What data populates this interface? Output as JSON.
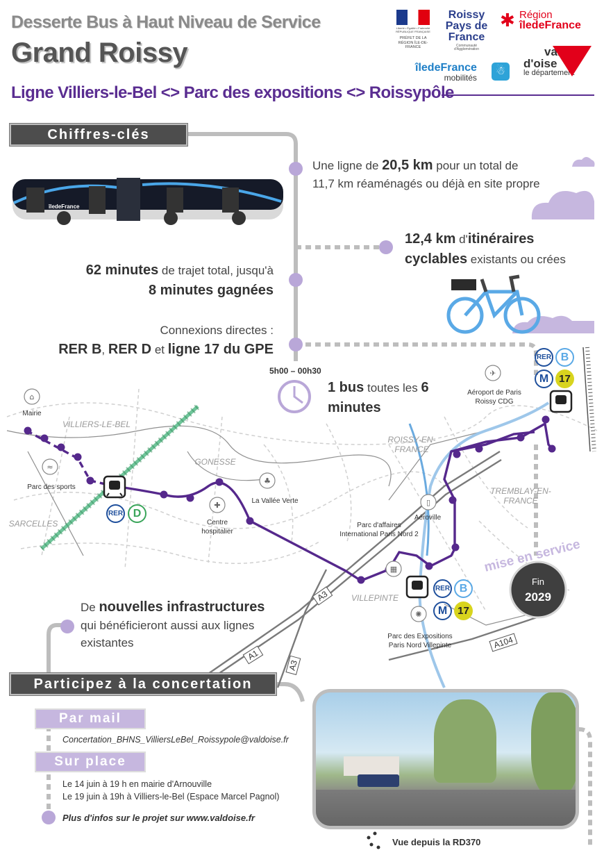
{
  "header": {
    "subtitle": "Desserte Bus à Haut Niveau de Service",
    "title": "Grand Roissy",
    "line": "Ligne Villiers-le-Bel <> Parc des expositions <> Roissypôle"
  },
  "logos": {
    "prefet": "PRÉFET DE LA RÉGION ÎLE-DE-FRANCE",
    "prefet_sub": "Liberté • Égalité • Fraternité RÉPUBLIQUE FRANÇAISE",
    "roissy_1": "Roissy",
    "roissy_2": "Pays de",
    "roissy_3": "France",
    "roissy_sub": "Communauté d'Agglomération",
    "region_1": "Région",
    "region_2": "îledeFrance",
    "idfm_1": "îledeFrance",
    "idfm_2": "mobilités",
    "valdoise_1": "val",
    "valdoise_2": "d'oise",
    "valdoise_3": "le département"
  },
  "key_figures": {
    "heading": "Chiffres-clés",
    "f1_a": "Une ligne de ",
    "f1_b": "20,5 km",
    "f1_c": " pour un total de",
    "f1_d": "11,7 km réaménagés ou déjà en site propre",
    "f2_a": "12,4 km",
    "f2_b": " d'",
    "f2_c": "itinéraires",
    "f2_d": "cyclables",
    "f2_e": " existants ou crées",
    "f3_a": "62 minutes",
    "f3_b": " de trajet total, jusqu'à",
    "f3_c": "8 minutes gagnées",
    "f4_a": "Connexions directes :",
    "f4_b": "RER B",
    "f4_c": ", ",
    "f4_d": "RER D",
    "f4_e": " et ",
    "f4_f": "ligne 17 du GPE",
    "hours": "5h00 – 00h30",
    "f5_a": "1 bus",
    "f5_b": " toutes les ",
    "f5_c": "6",
    "f5_d": "minutes",
    "bus_brand": "îledeFrance"
  },
  "map": {
    "mairie": "Mairie",
    "villiers": "VILLIERS-LE-BEL",
    "parc_sports": "Parc des sports",
    "sarcelles": "SARCELLES",
    "gonesse": "GONESSE",
    "vallee_verte": "La Vallée Verte",
    "centre_hosp_1": "Centre",
    "centre_hosp_2": "hospitalier",
    "roissy_fr_1": "ROISSY-EN-",
    "roissy_fr_2": "FRANCE",
    "aeroport_1": "Aéroport de Paris",
    "aeroport_2": "Roissy CDG",
    "tremblay_1": "TREMBLAY-EN-",
    "tremblay_2": "FRANCE",
    "aeroville": "Aéroville",
    "parc_affaires_1": "Parc d'affaires",
    "parc_affaires_2": "International Paris Nord 2",
    "villepinte": "VILLEPINTE",
    "parc_expo_1": "Parc des Expositions",
    "parc_expo_2": "Paris Nord Villepinte",
    "a1": "A1",
    "a3": "A3",
    "a3b": "A3",
    "a104": "A104",
    "rer": "RER",
    "b": "B",
    "d": "D",
    "m": "M",
    "n17": "17",
    "mise_en_service": "mise en service",
    "fin": "Fin",
    "year": "2029"
  },
  "infra": {
    "a": "De ",
    "b": "nouvelles infrastructures",
    "c": "qui bénéficieront aussi aux lignes",
    "d": "existantes"
  },
  "concertation": {
    "heading": "Participez à la concertation",
    "mail_heading": "Par mail",
    "mail": "Concertation_BHNS_VilliersLeBel_Roissypole@valdoise.fr",
    "place_heading": "Sur place",
    "place_1": "Le 14 juin à 19 h en mairie d'Arnouville",
    "place_2": "Le 19 juin à 19h à Villiers-le-Bel (Espace Marcel Pagnol)",
    "more": "Plus d'infos sur le projet sur www.valdoise.fr"
  },
  "photo_caption": "Vue depuis la RD370"
}
